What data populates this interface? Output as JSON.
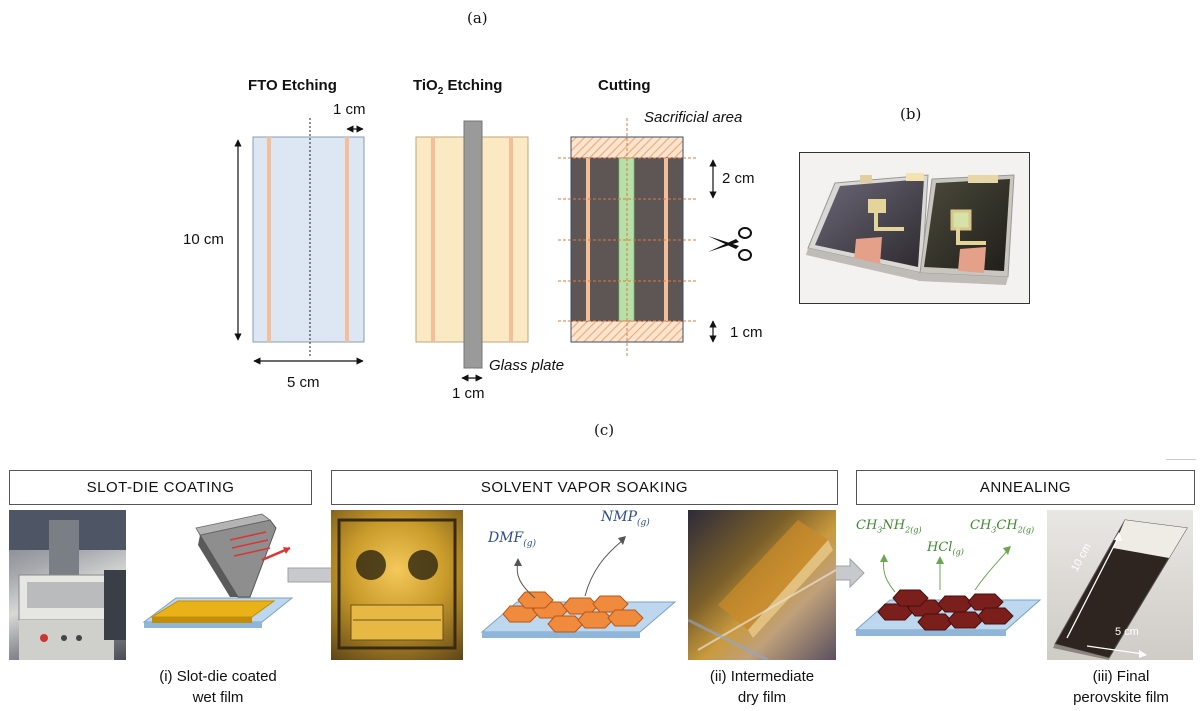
{
  "panel_labels": {
    "a": "(a)",
    "b": "(b)",
    "c": "(c)"
  },
  "panel_a": {
    "steps": [
      {
        "title": "FTO Etching"
      },
      {
        "title_main": "TiO",
        "title_sub": "2",
        "title_rest": " Etching"
      },
      {
        "title": "Cutting"
      }
    ],
    "dim_height": "10 cm",
    "dim_width": "5 cm",
    "dim_strip_fto": "1 cm",
    "glass_plate": "Glass plate",
    "dim_glass": "1 cm",
    "sacrificial_area": "Sacrificial area",
    "dim_cell": "2 cm",
    "dim_edge": "1 cm",
    "colors": {
      "fto_fill": "#dce7f3",
      "tio2_fill": "#fbe9c4",
      "strip": "#f2bf9a",
      "glass": "#9a9a9a",
      "dark_fill": "#5d5655",
      "green_strip": "#b6e0a7",
      "cut_line": "#e07a3c"
    }
  },
  "panel_c": {
    "stages": [
      "SLOT-DIE COATING",
      "SOLVENT VAPOR SOAKING",
      "ANNEALING"
    ],
    "captions": {
      "wet_film": [
        "(i) Slot-die coated",
        "wet film"
      ],
      "dry_film": [
        "(ii) Intermediate",
        "dry film"
      ],
      "final_film": [
        "(iii) Final",
        "perovskite film"
      ]
    },
    "vapors_soak": [
      {
        "main": "DMF",
        "sub": "(g)"
      },
      {
        "main": "NMP",
        "sub": "(g)"
      }
    ],
    "vapors_anneal": [
      {
        "main": "CH",
        "sub1": "3",
        "mid": "NH",
        "sub2": "2(g)"
      },
      {
        "main": "HCl",
        "sub1": "(g)"
      },
      {
        "main": "CH",
        "sub1": "3",
        "mid": "CH",
        "sub2": "2(g)"
      }
    ],
    "film_dims": {
      "length": "10 cm",
      "width": "5 cm"
    },
    "colors": {
      "wet_film": "#e9b218",
      "soak_crystal": "#f08a3c",
      "anneal_crystal": "#7a1f1c",
      "substrate": "#bcd7ee",
      "vapor_text_soak": "#2c4f86",
      "vapor_text_anneal": "#3f8a2e"
    }
  }
}
